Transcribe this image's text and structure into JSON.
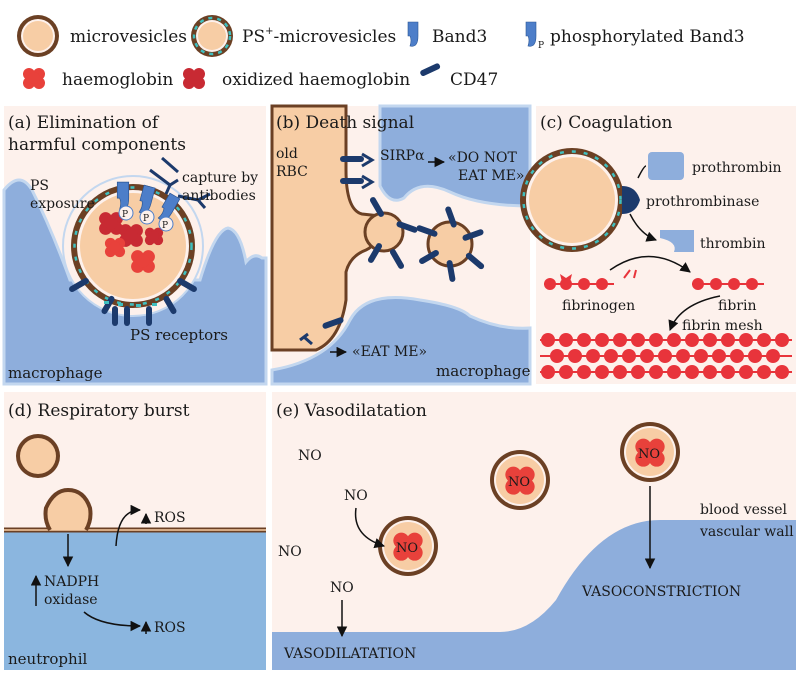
{
  "legend": {
    "microvesicles": "microvesicles",
    "ps_microvesicles": "PS",
    "ps_sup": "+",
    "ps_suffix": "-microvesicles",
    "band3": "Band3",
    "phos_band3": "phosphorylated Band3",
    "phos_mark": "P",
    "haemoglobin": "haemoglobin",
    "oxidized_haemoglobin": "oxidized haemoglobin",
    "cd47": "CD47"
  },
  "panel_a": {
    "title_1": "(a) Elimination of",
    "title_2": "harmful components",
    "ps_1": "PS",
    "ps_2": "exposure",
    "capture_1": "capture by",
    "capture_2": "antibodies",
    "ps_receptors": "PS receptors",
    "macrophage": "macrophage",
    "p_mark": "P"
  },
  "panel_b": {
    "title": "(b)  Death signal",
    "old_1": "old",
    "old_2": "RBC",
    "sirp": "SIRPα",
    "dont_1": "«DO NOT",
    "dont_2": "EAT ME»",
    "eat": "«EAT ME»",
    "macrophage": "macrophage"
  },
  "panel_c": {
    "title": "(c)  Coagulation",
    "prothrombin": "prothrombin",
    "prothrombinase": "prothrombinase",
    "thrombin": "thrombin",
    "fibrinogen": "fibrinogen",
    "fibrin": "fibrin",
    "fibrin_mesh": "fibrin mesh"
  },
  "panel_d": {
    "title": "(d)  Respiratory burst",
    "ros_top": "ROS",
    "nadph_1": "NADPH",
    "nadph_2": "oxidase",
    "ros_bottom": "ROS",
    "neutrophil": "neutrophil"
  },
  "panel_e": {
    "title": "(e)  Vasodilatation",
    "no": "NO",
    "blood_vessel": "blood vessel",
    "vascular_wall": "vascular wall",
    "vasodilatation": "VASODILATATION",
    "vasoconstriction": "VASOCONSTRICTION"
  },
  "colors": {
    "panel_bg": "#fdf1ec",
    "cell_fill": "#f7cda5",
    "membrane": "#6b4024",
    "ps_cyan": "#3fbfbf",
    "macrophage": "#8eaedc",
    "macrophage_edge": "#c3d7ef",
    "band3": "#4d7ec9",
    "cd47": "#1c3a6c",
    "haemoglobin": "#e8413b",
    "oxidized": "#c82a33",
    "fibrin": "#e8343b",
    "prothrombin": "#8eaedc",
    "neutrophil": "#8bb6df",
    "arrow": "#111111"
  }
}
